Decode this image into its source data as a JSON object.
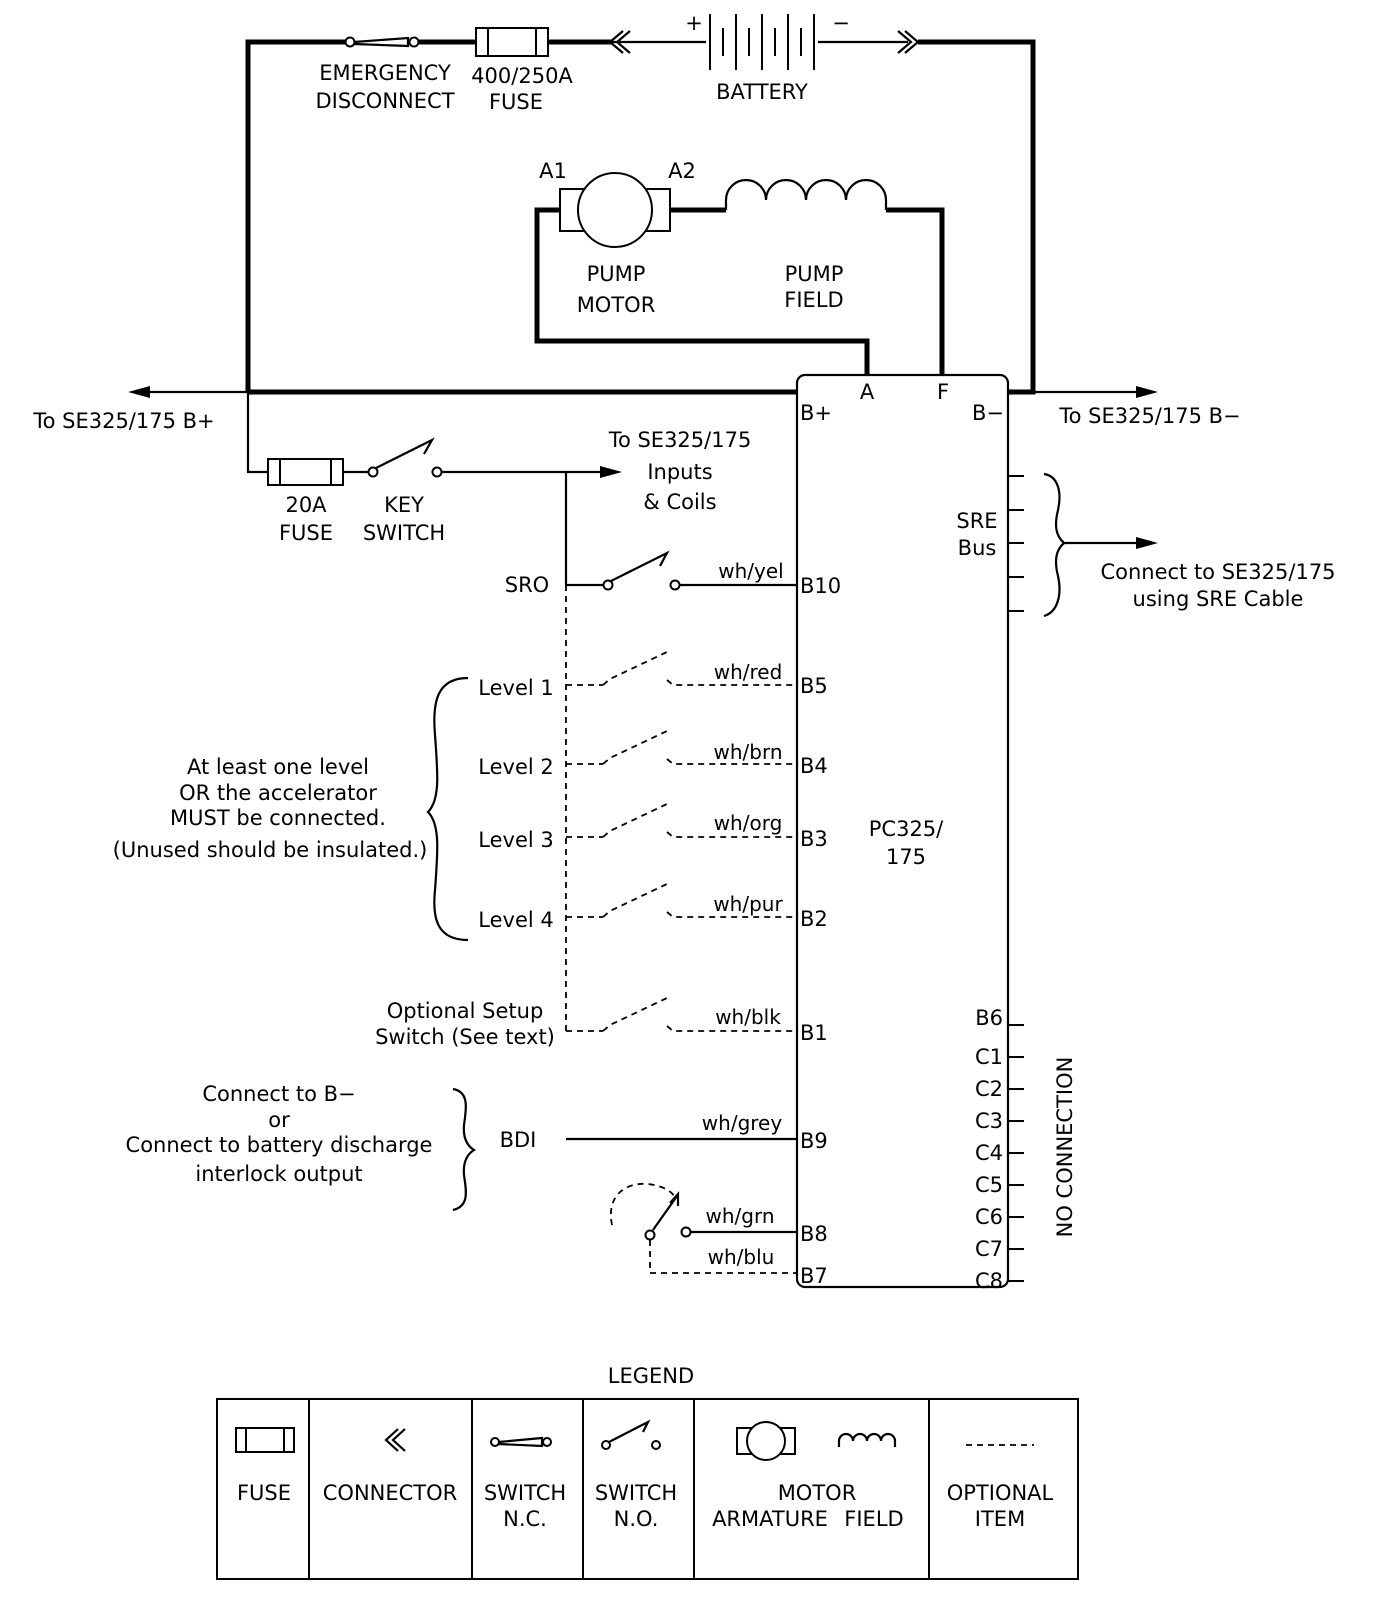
{
  "top": {
    "emergency_l1": "EMERGENCY",
    "emergency_l2": "DISCONNECT",
    "fuse400_l1": "400/250A",
    "fuse400_l2": "FUSE",
    "battery": "BATTERY",
    "plus": "+",
    "minus": "−"
  },
  "pump": {
    "a1": "A1",
    "a2": "A2",
    "motor_l1": "PUMP",
    "motor_l2": "MOTOR",
    "field_l1": "PUMP",
    "field_l2": "FIELD"
  },
  "controller": {
    "term_a": "A",
    "term_f": "F",
    "term_bplus": "B+",
    "term_bminus": "B−",
    "name_l1": "PC325/",
    "name_l2": "175",
    "sre_l1": "SRE",
    "sre_l2": "Bus"
  },
  "ext": {
    "to_bplus": "To SE325/175 B+",
    "to_bminus": "To SE325/175 B−",
    "inputs_l1": "To SE325/175",
    "inputs_l2": "Inputs",
    "inputs_l3": "& Coils",
    "sre_conn_l1": "Connect to SE325/175",
    "sre_conn_l2": "using SRE Cable",
    "fuse20_l1": "20A",
    "fuse20_l2": "FUSE",
    "key_l1": "KEY",
    "key_l2": "SWITCH"
  },
  "inputs": {
    "sro": "SRO",
    "level1": "Level 1",
    "level2": "Level 2",
    "level3": "Level 3",
    "level4": "Level 4",
    "setup_l1": "Optional Setup",
    "setup_l2": "Switch (See text)",
    "bdi": "BDI"
  },
  "notes": {
    "levels_l1": "At least one level",
    "levels_l2": "OR the accelerator",
    "levels_l3": "MUST be connected.",
    "levels_l4": "(Unused should be insulated.)",
    "bdi_l1": "Connect to B−",
    "bdi_l2": "or",
    "bdi_l3": "Connect to battery discharge",
    "bdi_l4": "interlock output"
  },
  "wires": {
    "b10": "wh/yel",
    "b5": "wh/red",
    "b4": "wh/brn",
    "b3": "wh/org",
    "b2": "wh/pur",
    "b1": "wh/blk",
    "b9": "wh/grey",
    "b8": "wh/grn",
    "b7": "wh/blu"
  },
  "pins_left": {
    "b10": "B10",
    "b5": "B5",
    "b4": "B4",
    "b3": "B3",
    "b2": "B2",
    "b1": "B1",
    "b9": "B9",
    "b8": "B8",
    "b7": "B7"
  },
  "pins_right": {
    "b6": "B6",
    "c1": "C1",
    "c2": "C2",
    "c3": "C3",
    "c4": "C4",
    "c5": "C5",
    "c6": "C6",
    "c7": "C7",
    "c8": "C8"
  },
  "no_connection": "NO CONNECTION",
  "legend": {
    "title": "LEGEND",
    "fuse": "FUSE",
    "connector": "CONNECTOR",
    "sw_nc_l1": "SWITCH",
    "sw_nc_l2": "N.C.",
    "sw_no_l1": "SWITCH",
    "sw_no_l2": "N.O.",
    "motor": "MOTOR",
    "armature": "ARMATURE",
    "field": "FIELD",
    "optional_l1": "OPTIONAL",
    "optional_l2": "ITEM"
  }
}
